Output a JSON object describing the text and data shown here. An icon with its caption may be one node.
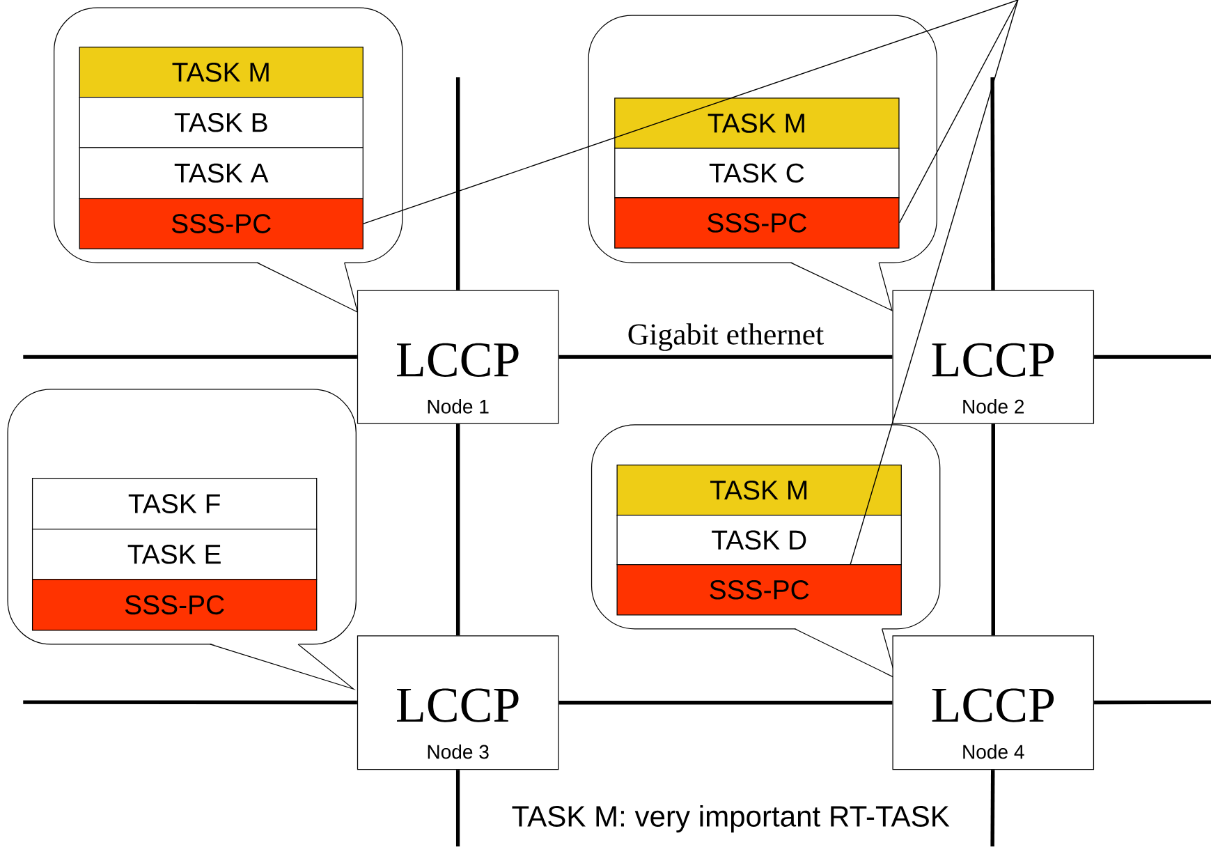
{
  "diagram": {
    "nodes": [
      {
        "text": [],
        "shape": "callout"
      },
      {
        "text": [
          "TASK M"
        ],
        "in": 0
      },
      {
        "text": [
          "TASK B"
        ],
        "in": 0
      },
      {
        "text": [
          "TASK A"
        ],
        "in": 0
      },
      {
        "text": [
          "SSS-PC"
        ],
        "in": 0
      },
      {
        "text": [],
        "shape": "callout"
      },
      {
        "text": [
          "TASK M"
        ],
        "in": 5
      },
      {
        "text": [
          "TASK C"
        ],
        "in": 5
      },
      {
        "text": [
          "SSS-PC"
        ],
        "in": 5
      },
      {
        "text": [
          "LCCP",
          "Node 1"
        ]
      },
      {
        "text": [
          "LCCP",
          "Node 2"
        ]
      },
      {
        "text": [],
        "shape": "callout"
      },
      {
        "text": [
          "TASK F"
        ],
        "in": 11
      },
      {
        "text": [
          "TASK E"
        ],
        "in": 11
      },
      {
        "text": [
          "SSS-PC"
        ],
        "in": 11
      },
      {
        "text": [],
        "shape": "callout"
      },
      {
        "text": [
          "TASK M"
        ],
        "in": 15
      },
      {
        "text": [
          "TASK D"
        ],
        "in": 15
      },
      {
        "text": [
          "SSS-PC"
        ],
        "in": 15
      },
      {
        "text": [
          "LCCP",
          "Node 3"
        ]
      },
      {
        "text": [
          "LCCP",
          "Node 4"
        ]
      }
    ],
    "edges": [
      {
        "from": 9,
        "to": 10,
        "arrow": "none",
        "label": "Gigabit ethernet"
      },
      {
        "from": 9,
        "to": 19,
        "arrow": "none"
      },
      {
        "from": 10,
        "to": 20,
        "arrow": "none"
      },
      {
        "from": 19,
        "to": 20,
        "arrow": "none"
      },
      {
        "from": null,
        "to": 9,
        "arrow": "none"
      },
      {
        "from": null,
        "to": 9,
        "arrow": "none"
      },
      {
        "from": null,
        "to": 10,
        "arrow": "none"
      },
      {
        "from": null,
        "to": 10,
        "arrow": "none"
      },
      {
        "from": null,
        "to": 19,
        "arrow": "none"
      },
      {
        "from": null,
        "to": 19,
        "arrow": "none"
      },
      {
        "from": null,
        "to": 20,
        "arrow": "none"
      },
      {
        "from": null,
        "to": 20,
        "arrow": "none"
      },
      {
        "from": null,
        "to": 4,
        "arrow": "none"
      },
      {
        "from": null,
        "to": 8,
        "arrow": "none"
      },
      {
        "from": null,
        "to": 18,
        "arrow": "none"
      }
    ],
    "labels": [
      "TASK M: very important RT-TASK"
    ]
  }
}
